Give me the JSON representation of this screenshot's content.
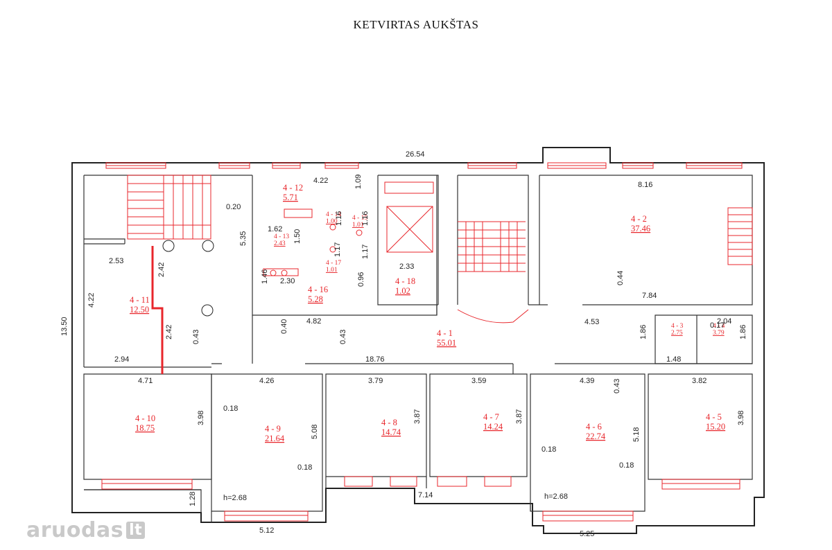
{
  "title": "KETVIRTAS AUKŠTAS",
  "watermark": {
    "brand": "aruodas",
    "tld": "lt"
  },
  "colors": {
    "wall": "#222222",
    "red": "#e8262b",
    "watermark": "#c9c9c9"
  },
  "rooms": [
    {
      "id": "4 - 1",
      "area": "55.01"
    },
    {
      "id": "4 - 2",
      "area": "37.46"
    },
    {
      "id": "4 - 3",
      "area": "2.75"
    },
    {
      "id": "4 - 4",
      "area": "3.79"
    },
    {
      "id": "4 - 5",
      "area": "15.20"
    },
    {
      "id": "4 - 6",
      "area": "22.74"
    },
    {
      "id": "4 - 7",
      "area": "14.24"
    },
    {
      "id": "4 - 8",
      "area": "14.74"
    },
    {
      "id": "4 - 9",
      "area": "21.64"
    },
    {
      "id": "4 - 10",
      "area": "18.75"
    },
    {
      "id": "4 - 11",
      "area": "12.50"
    },
    {
      "id": "4 - 12",
      "area": "5.71"
    },
    {
      "id": "4 - 13",
      "area": "2.43"
    },
    {
      "id": "4 - 14",
      "area": "1.00"
    },
    {
      "id": "4 - 15",
      "area": "1.01"
    },
    {
      "id": "4 - 16",
      "area": "5.28"
    },
    {
      "id": "4 - 17",
      "area": "1.01"
    },
    {
      "id": "4 - 18",
      "area": "1.02"
    }
  ],
  "dimensions": [
    "26.54",
    "13.50",
    "8.16",
    "7.84",
    "0.44",
    "4.22",
    "1.09",
    "0.20",
    "1.62",
    "1.50",
    "5.35",
    "1.16",
    "1.16",
    "1.17",
    "1.17",
    "2.33",
    "2.53",
    "2.42",
    "2.42",
    "4.22",
    "2.30",
    "1.46",
    "0.96",
    "0.40",
    "4.82",
    "0.43",
    "0.43",
    "18.76",
    "4.53",
    "2.04",
    "0.17",
    "1.86",
    "1.86",
    "1.48",
    "2.94",
    "4.71",
    "4.26",
    "3.79",
    "3.59",
    "4.39",
    "3.82",
    "0.43",
    "0.18",
    "3.98",
    "5.08",
    "3.87",
    "3.87",
    "5.18",
    "3.98",
    "0.18",
    "0.18",
    "0.18",
    "h=2.68",
    "h=2.68",
    "1.28",
    "7.14",
    "5.12",
    "5.25"
  ]
}
